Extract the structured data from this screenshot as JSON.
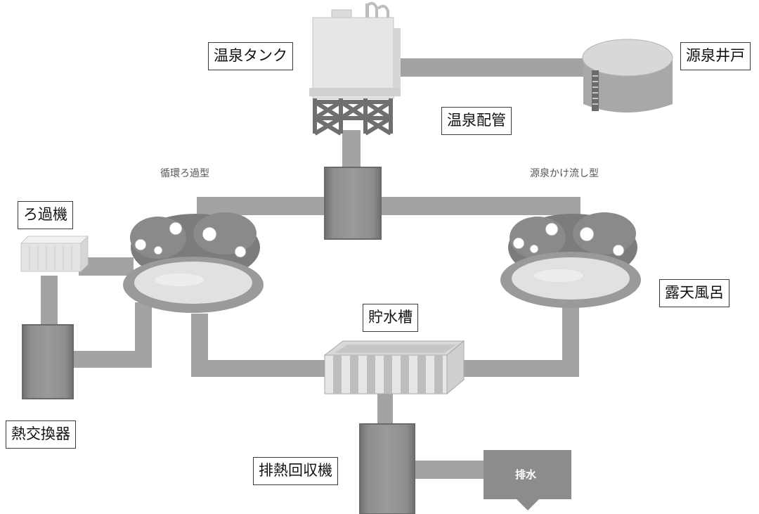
{
  "labels": {
    "hot_spring_tank": "温泉タンク",
    "source_well": "源泉井戸",
    "hot_spring_piping": "温泉配管",
    "filter_machine": "ろ過機",
    "open_air_bath": "露天風呂",
    "storage_tank": "貯水槽",
    "heat_exchanger": "熱交換器",
    "heat_recovery_unit": "排熱回収機"
  },
  "captions": {
    "circulation_filtration_type": "循環ろ過型",
    "free_flowing_source_type": "源泉かけ流し型"
  },
  "drain": {
    "label": "排水"
  },
  "colors": {
    "pipe": "#a3a3a3",
    "unit": "#8a8a8a",
    "water": "#e1e1e1",
    "rock": "#7c7c7c",
    "flower": "#ffffff",
    "drain_box": "#8c8c8c"
  }
}
